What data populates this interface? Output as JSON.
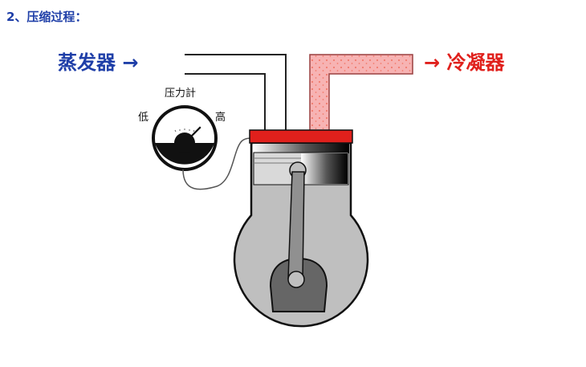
{
  "heading": "2、压缩过程：",
  "labels": {
    "evaporator": "蒸发器 →",
    "condenser": "→ 冷凝器",
    "gauge_title": "压力計",
    "gauge_low": "低",
    "gauge_high": "高"
  },
  "colors": {
    "heading": "#1f3fa8",
    "evaporator": "#1f3fa8",
    "condenser": "#e0201c",
    "hot_pipe_fill": "#f7b3b3",
    "hot_pipe_dots": "#f27b6e",
    "cylinder_head": "#e0201c",
    "cylinder_body": "#bfbfbf",
    "piston": "#d9d9d9",
    "compressed_gas": "#111111",
    "connecting_rod": "#909090"
  },
  "gauge": {
    "needle_level": 0.75
  }
}
